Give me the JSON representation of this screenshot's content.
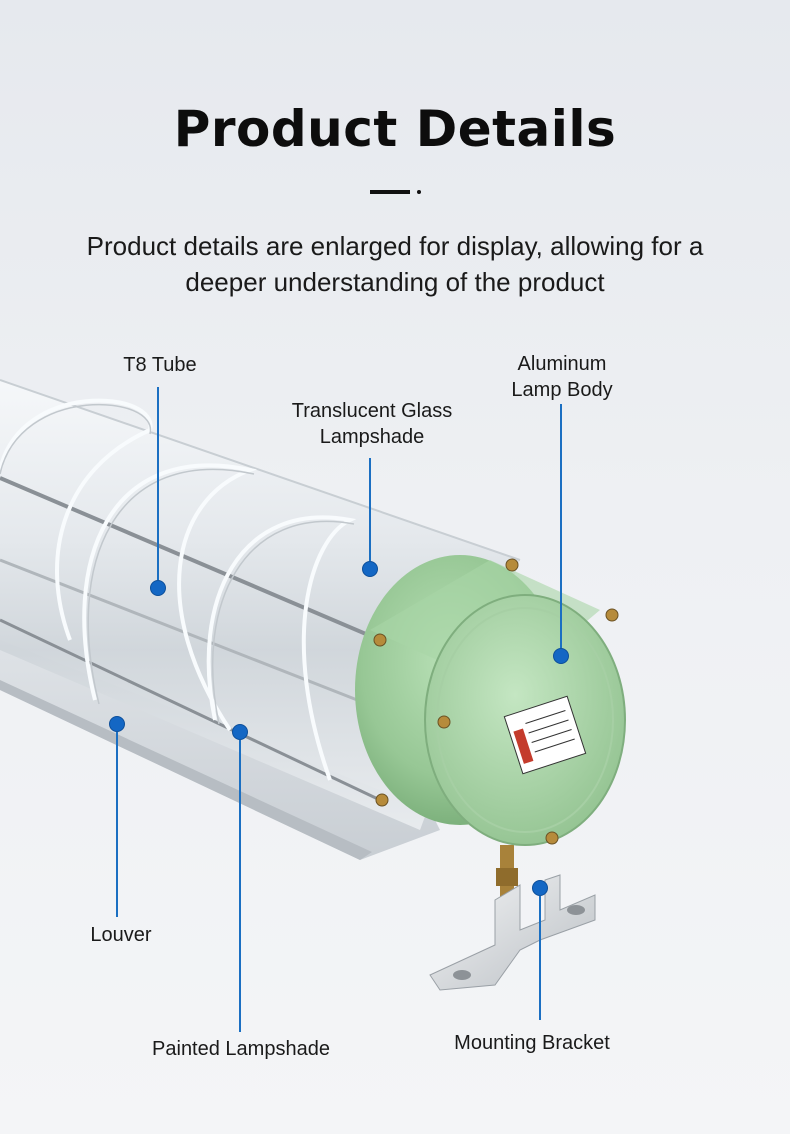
{
  "header": {
    "title": "Product Details",
    "subtitle_line1": "Product details are enlarged for display, allowing for a",
    "subtitle_line2": "deeper understanding of the product"
  },
  "callouts": {
    "t8_tube": {
      "label": "T8 Tube"
    },
    "translucent_glass": {
      "line1": "Translucent Glass",
      "line2": "Lampshade"
    },
    "aluminum_body": {
      "line1": "Aluminum",
      "line2": "Lamp Body"
    },
    "louver": {
      "label": "Louver"
    },
    "painted_lampshade": {
      "label": "Painted Lampshade"
    },
    "mounting_bracket": {
      "label": "Mounting Bracket"
    }
  },
  "colors": {
    "accent": "#1467c4",
    "lamp_body": "#9fcf9f",
    "text": "#111111"
  }
}
